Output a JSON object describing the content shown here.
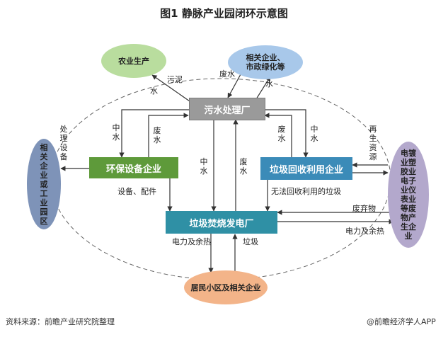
{
  "title": "图1  静脉产业园闭环示意图",
  "nodes": {
    "agriculture": "农业生产",
    "related_enterprises": "相关企业、\n市政绿化等",
    "sewage_plant": "污水处理厂",
    "eco_equipment": "环保设备企业",
    "recycling": "垃圾回收利用企业",
    "incineration": "垃圾焚烧发电厂",
    "left_ellipse": "相关企业或工业园区",
    "right_ellipse": "电镀业塑胶业电子业仪表业等废物产生企业",
    "residential": "居民小区及相关企业"
  },
  "labels": {
    "sludge": "污泥",
    "water1": "水",
    "wastewater_top": "废水",
    "water2": "水",
    "processing_equipment": "处理设备",
    "reclaimed_1": "中水",
    "wastewater_1": "废水",
    "reclaimed_2": "中水",
    "wastewater_2": "废水",
    "wastewater_3": "废水",
    "reclaimed_3": "中水",
    "renewable": "再生资源",
    "equipment_parts": "设备、配件",
    "unrecyclable": "无法回收利用的垃圾",
    "waste": "废弃物",
    "power_heat_left": "电力及余热",
    "garbage": "垃圾",
    "power_heat_right": "电力及余热"
  },
  "footer": {
    "source": "资料来源：前瞻产业研究院整理",
    "brand": "@前瞻经济学人APP"
  },
  "colors": {
    "gray_box": "#9a9a9a",
    "green_box": "#5e9a3a",
    "blue_box": "#3b8bb8",
    "teal_box": "#2f90a5",
    "agri_ellipse": "#b9dd9e",
    "related_ellipse": "#a8c8ea",
    "left_ellipse": "#7e93b8",
    "right_ellipse": "#b3a8cc",
    "resident_ellipse": "#f3b489"
  }
}
